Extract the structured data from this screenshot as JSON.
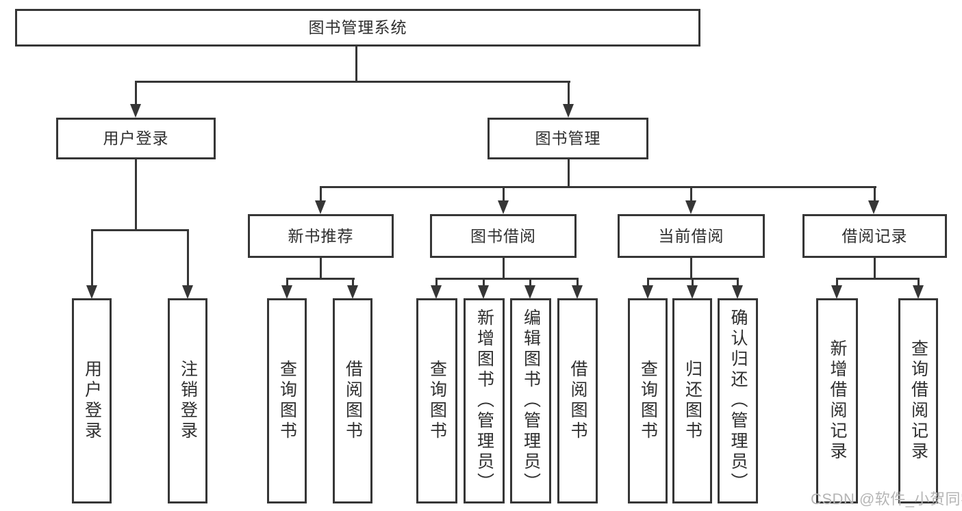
{
  "tree": {
    "title": "图书管理系统",
    "children": [
      {
        "label": "用户登录",
        "children": [
          {
            "label": "用户登录"
          },
          {
            "label": "注销登录"
          }
        ]
      },
      {
        "label": "图书管理",
        "children": [
          {
            "label": "新书推荐",
            "children": [
              {
                "label": "查询图书"
              },
              {
                "label": "借阅图书"
              }
            ]
          },
          {
            "label": "图书借阅",
            "children": [
              {
                "label": "查询图书"
              },
              {
                "label": "新增图书（管理员）"
              },
              {
                "label": "编辑图书（管理员）"
              },
              {
                "label": "借阅图书"
              }
            ]
          },
          {
            "label": "当前借阅",
            "children": [
              {
                "label": "查询图书"
              },
              {
                "label": "归还图书"
              },
              {
                "label": "确认归还（管理员）"
              }
            ]
          },
          {
            "label": "借阅记录",
            "children": [
              {
                "label": "新增借阅记录"
              },
              {
                "label": "查询借阅记录"
              }
            ]
          }
        ]
      }
    ]
  },
  "watermark": {
    "text": "CSDN @软件_小贺同学"
  },
  "colors": {
    "line": "#363636",
    "text": "#2f2f2f",
    "watermark": "#b5b5b5",
    "background": "#ffffff"
  }
}
